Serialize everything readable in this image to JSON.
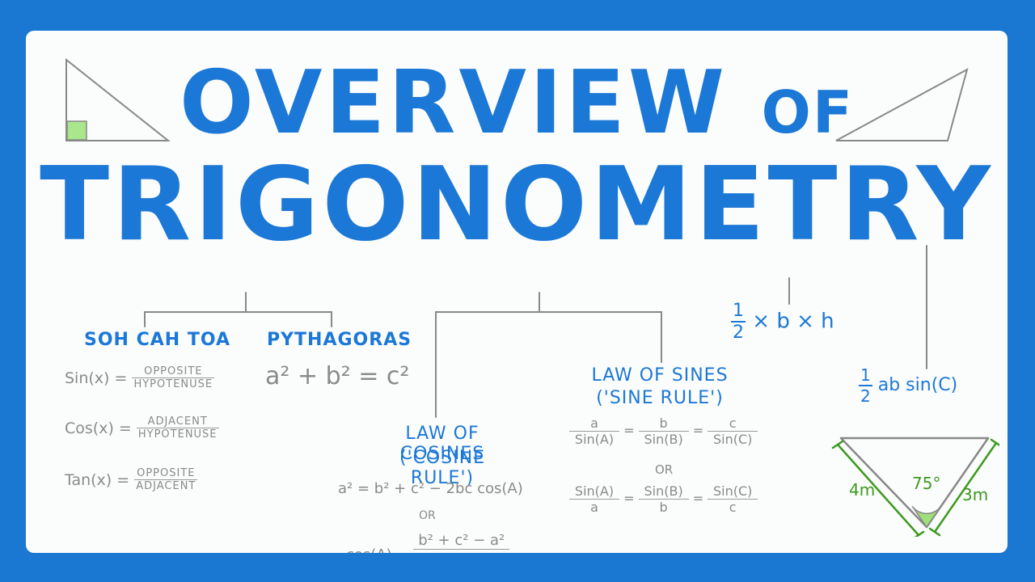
{
  "title": {
    "line1_main": "OVERVIEW",
    "line1_of": "OF",
    "line2": "TRIGONOMETRY"
  },
  "soh": {
    "heading": "SOH CAH TOA",
    "rows": [
      {
        "lhs": "Sin(x) =",
        "num": "OPPOSITE",
        "den": "HYPOTENUSE"
      },
      {
        "lhs": "Cos(x) =",
        "num": "ADJACENT",
        "den": "HYPOTENUSE"
      },
      {
        "lhs": "Tan(x) =",
        "num": "OPPOSITE",
        "den": "ADJACENT"
      }
    ]
  },
  "pythagoras": {
    "heading": "PYTHAGORAS",
    "formula": "a² + b² = c²"
  },
  "cosines": {
    "heading1": "LAW OF COSINES",
    "heading2": "('COSINE RULE')",
    "formula1": "a² = b² + c² − 2bc cos(A)",
    "or": "OR",
    "formula2_lhs": "cos(A) =",
    "formula2_num": "b² + c² − a²"
  },
  "sines": {
    "heading1": "LAW OF SINES",
    "heading2": "('SINE RULE')",
    "row1": {
      "n1": "a",
      "d1": "Sin(A)",
      "n2": "b",
      "d2": "Sin(B)",
      "n3": "c",
      "d3": "Sin(C)"
    },
    "or": "OR",
    "row2": {
      "n1": "Sin(A)",
      "d1": "a",
      "n2": "Sin(B)",
      "d2": "b",
      "n3": "Sin(C)",
      "d3": "c"
    },
    "eq": "="
  },
  "area1": {
    "num": "1",
    "den": "2",
    "rest": "× b × h"
  },
  "area2": {
    "num": "1",
    "den": "2",
    "rest": "ab sin(C)"
  },
  "triangle": {
    "left_side": "4m",
    "right_side": "3m",
    "angle": "75°"
  },
  "colors": {
    "brand_blue": "#1c78d6",
    "frame_blue": "#1a78d2",
    "text_grey": "#8a8a8a",
    "angle_green": "#9ee07a",
    "label_green": "#3c9a1e"
  },
  "icons": [
    "right-triangle-icon",
    "obtuse-triangle-icon",
    "inverted-triangle-icon"
  ]
}
